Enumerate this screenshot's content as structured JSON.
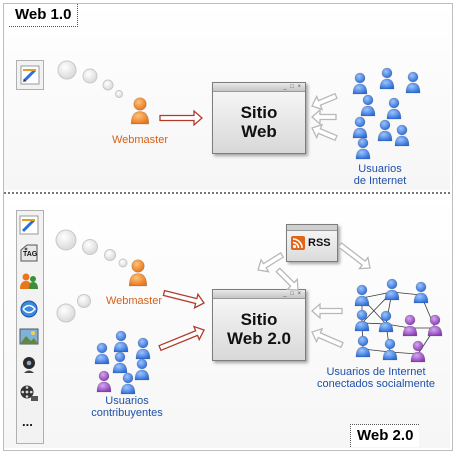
{
  "web1": {
    "title": "Web 1.0",
    "webmaster_label": "Webmaster",
    "site_line1": "Sitio",
    "site_line2": "Web",
    "users_line1": "Usuarios",
    "users_line2": "de Internet"
  },
  "web2": {
    "title": "Web 2.0",
    "webmaster_label": "Webmaster",
    "site_line1": "Sitio",
    "site_line2": "Web 2.0",
    "rss_label": "RSS",
    "social_line1": "Usuarios de Internet",
    "social_line2": "conectados socialmente",
    "contrib_line1": "Usuarios",
    "contrib_line2": "contribuyentes",
    "tools": [
      {
        "icon": "pencil-ruler-icon"
      },
      {
        "icon": "tag-icon",
        "text": "TAG"
      },
      {
        "icon": "users-icon"
      },
      {
        "icon": "browser-icon"
      },
      {
        "icon": "photo-icon"
      },
      {
        "icon": "webcam-icon"
      },
      {
        "icon": "film-reel-icon"
      },
      {
        "icon": "more-icon",
        "text": "..."
      }
    ]
  },
  "colors": {
    "user_blue": "#2f6fd8",
    "user_purple": "#8a3fb5",
    "webmaster_orange": "#e8761c",
    "arrow_red": "#b33a2b",
    "arrow_grey": "#b8b8b8"
  }
}
